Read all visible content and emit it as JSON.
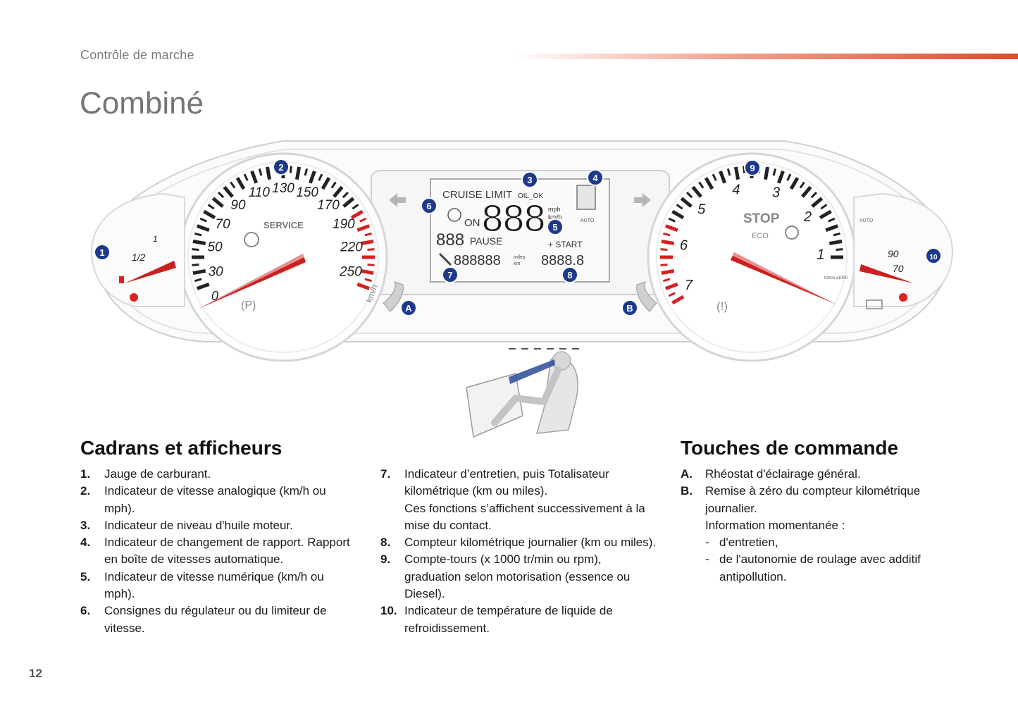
{
  "header": {
    "section": "Contrôle de marche",
    "title": "Combiné",
    "accent_color": "#e34a2a"
  },
  "cluster": {
    "speedo": {
      "ticks": [
        "30",
        "50",
        "70",
        "90",
        "110",
        "130",
        "150",
        "170",
        "190",
        "220",
        "250"
      ],
      "zero_label": "0",
      "service": "SERVICE",
      "unit": "km/h"
    },
    "fuel": {
      "half": "1/2",
      "full": "1"
    },
    "rev": {
      "ticks": [
        "1",
        "2",
        "3",
        "4",
        "5",
        "6",
        "7"
      ],
      "stop": "STOP",
      "eco": "ECO",
      "unit": "tr/min x1000"
    },
    "temp": {
      "ticks": [
        "70",
        "90"
      ],
      "auto": "AUTO"
    },
    "display": {
      "cruise": "CRUISE LIMIT",
      "oil": "OIL_OK",
      "speed": "888",
      "speed_unit_top": "mph",
      "speed_unit_bottom": "km/h",
      "on": "ON",
      "small": "888",
      "pause": "PAUSE",
      "start": "+ START",
      "odo": "888888",
      "odo_unit_top": "miles",
      "odo_unit_bottom": "km",
      "trip": "8888.8",
      "auto": "AUTO"
    },
    "callouts": [
      "1",
      "2",
      "3",
      "4",
      "5",
      "6",
      "7",
      "8",
      "9",
      "10",
      "A",
      "B"
    ],
    "callout_color": "#1d3a8a"
  },
  "left_column": {
    "heading": "Cadrans et afficheurs",
    "items": [
      {
        "num": "1.",
        "text": "Jauge de carburant."
      },
      {
        "num": "2.",
        "text": "Indicateur de vitesse analogique (km/h ou mph)."
      },
      {
        "num": "3.",
        "text": "Indicateur de niveau d'huile moteur."
      },
      {
        "num": "4.",
        "text": "Indicateur de changement de rapport. Rapport en boîte de vitesses automatique."
      },
      {
        "num": "5.",
        "text": "Indicateur de vitesse numérique (km/h ou mph)."
      },
      {
        "num": "6.",
        "text": "Consignes du régulateur ou du limiteur de vitesse."
      }
    ]
  },
  "middle_column": {
    "items": [
      {
        "num": "7.",
        "text": "Indicateur d’entretien, puis Totalisateur kilométrique (km ou miles).",
        "extra": "Ces fonctions s’affichent successivement à la mise du contact."
      },
      {
        "num": "8.",
        "text": "Compteur kilométrique journalier (km ou miles)."
      },
      {
        "num": "9.",
        "text": "Compte-tours (x 1000 tr/min ou rpm), graduation selon motorisation (essence ou Diesel)."
      },
      {
        "num": "10.",
        "text": "Indicateur de température de liquide de refroidissement."
      }
    ]
  },
  "right_column": {
    "heading": "Touches de commande",
    "items": [
      {
        "num": "A.",
        "text": "Rhéostat d'éclairage général."
      },
      {
        "num": "B.",
        "text": "Remise à zéro du compteur kilométrique journalier.",
        "extra": "Information momentanée :"
      }
    ],
    "sub_items": [
      {
        "mark": "-",
        "text": "d'entretien,"
      },
      {
        "mark": "-",
        "text": "de l'autonomie de roulage avec additif antipollution."
      }
    ]
  },
  "page_number": "12"
}
